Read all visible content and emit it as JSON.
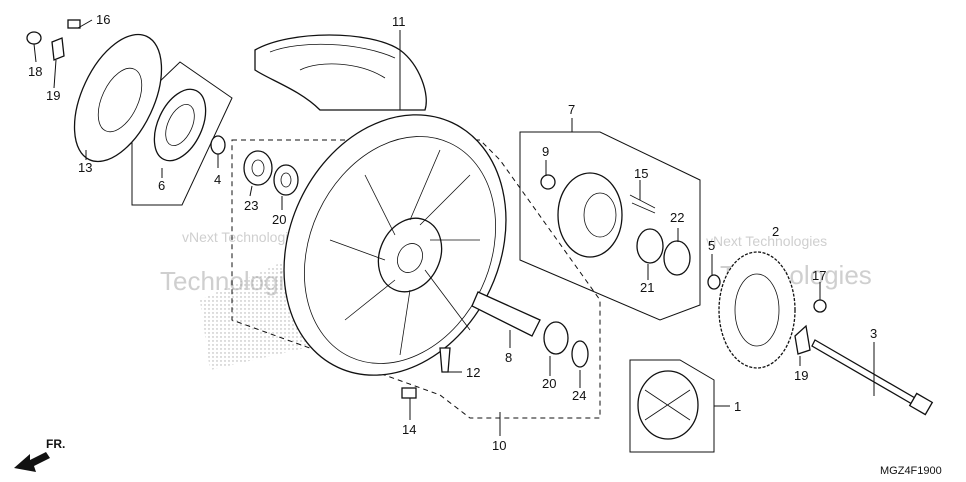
{
  "diagram": {
    "code": "MGZ4F1900",
    "direction_label": "FR.",
    "watermarks": [
      "vNext Technologies",
      "Technologies",
      "vNext Technologies",
      "Technologies"
    ],
    "callouts": [
      {
        "id": "c1",
        "text": "1"
      },
      {
        "id": "c2",
        "text": "2"
      },
      {
        "id": "c3",
        "text": "3"
      },
      {
        "id": "c4",
        "text": "4"
      },
      {
        "id": "c5",
        "text": "5"
      },
      {
        "id": "c6",
        "text": "6"
      },
      {
        "id": "c7",
        "text": "7"
      },
      {
        "id": "c8",
        "text": "8"
      },
      {
        "id": "c9",
        "text": "9"
      },
      {
        "id": "c10",
        "text": "10"
      },
      {
        "id": "c11",
        "text": "11"
      },
      {
        "id": "c12",
        "text": "12"
      },
      {
        "id": "c13",
        "text": "13"
      },
      {
        "id": "c14",
        "text": "14"
      },
      {
        "id": "c15",
        "text": "15"
      },
      {
        "id": "c16",
        "text": "16"
      },
      {
        "id": "c17",
        "text": "17"
      },
      {
        "id": "c18",
        "text": "18"
      },
      {
        "id": "c19a",
        "text": "19"
      },
      {
        "id": "c19b",
        "text": "19"
      },
      {
        "id": "c20a",
        "text": "20"
      },
      {
        "id": "c20b",
        "text": "20"
      },
      {
        "id": "c21",
        "text": "21"
      },
      {
        "id": "c22",
        "text": "22"
      },
      {
        "id": "c23",
        "text": "23"
      },
      {
        "id": "c24",
        "text": "24"
      }
    ]
  }
}
